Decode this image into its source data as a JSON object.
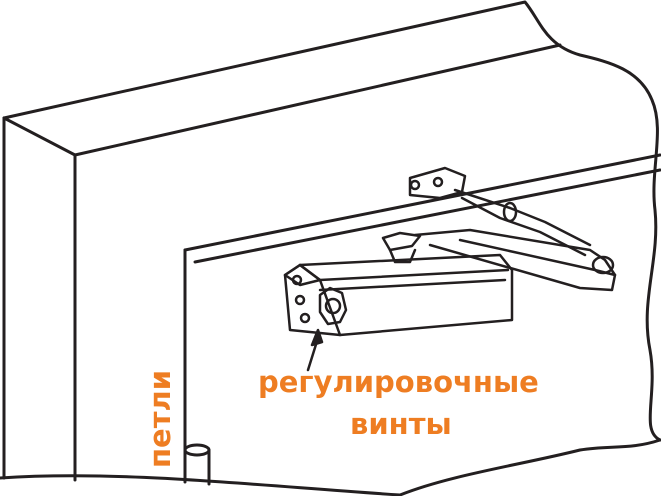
{
  "labels": {
    "adjusting_screws_line1": "регулировочные",
    "adjusting_screws_line2": "винты",
    "hinges": "петли"
  },
  "colors": {
    "accent": "#ee7d22",
    "line": "#231f20"
  }
}
